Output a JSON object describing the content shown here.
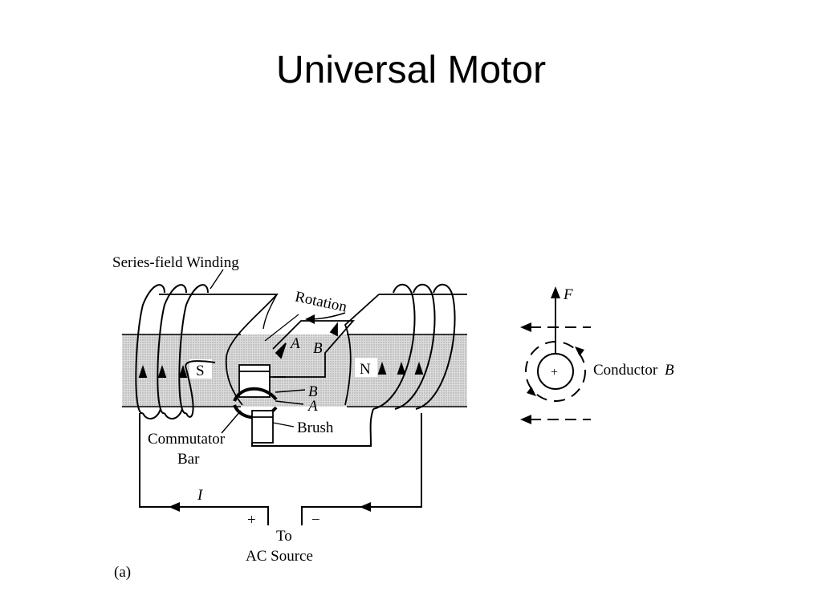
{
  "title": "Universal Motor",
  "labels": {
    "series_field_winding": "Series-field Winding",
    "rotation": "Rotation",
    "pole_s": "S",
    "pole_n": "N",
    "conductor_a_top": "A",
    "conductor_b_top": "B",
    "brush_b": "B",
    "brush_a": "A",
    "brush": "Brush",
    "commutator_line1": "Commutator",
    "commutator_line2": "Bar",
    "current": "I",
    "plus_terminal": "+",
    "minus_terminal": "−",
    "source_line1": "To",
    "source_line2": "AC Source",
    "figure_tag": "(a)",
    "force": "F",
    "conductor_plus": "+",
    "conductor_label": "Conductor",
    "conductor_name": "B"
  },
  "colors": {
    "ink": "#000000",
    "field_shading": "#cfcfcf",
    "background": "#ffffff"
  }
}
